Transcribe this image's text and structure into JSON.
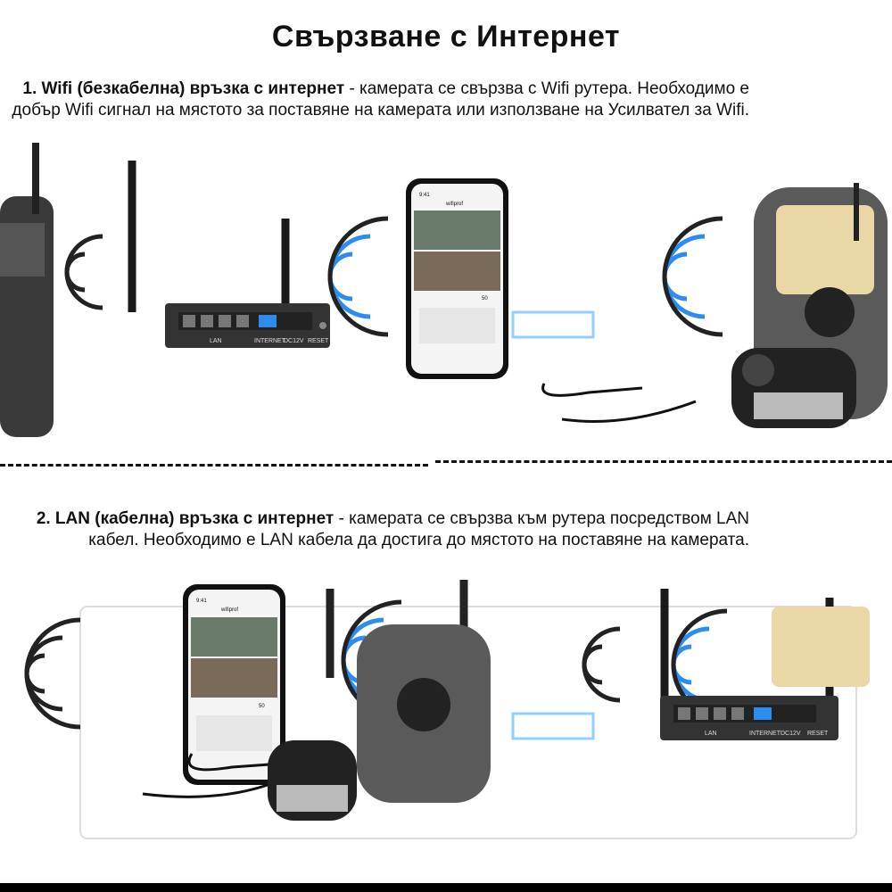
{
  "title": "Свързване с Интернет",
  "section1": {
    "lead": "1. Wifi",
    "bold": "(безкабелна) връзка с интернет",
    "text_line1": " - камерата се свързва с Wifi рутера. Необходимо е",
    "text_line2": "добър Wifi сигнал на мястото за поставяне на камерата или използване на Усилвател за Wifi."
  },
  "section2": {
    "bold": "2. LAN (кабелна) връзка с интернет",
    "text_line1": " - камерата се свързва към рутера посредством LAN",
    "text_line2": "кабел. Необходимо е LAN кабела да достига до мястото на поставяне на камерата."
  },
  "router": {
    "label_lan": "LAN",
    "label_internet": "INTERNET",
    "label_dc": "DC12V",
    "label_reset": "RESET"
  },
  "phone": {
    "time": "9:41",
    "app_title": "wifiprof",
    "zoom": "50"
  },
  "colors": {
    "accent_blue": "#2d8cf0",
    "dark": "#2a2a2a"
  }
}
